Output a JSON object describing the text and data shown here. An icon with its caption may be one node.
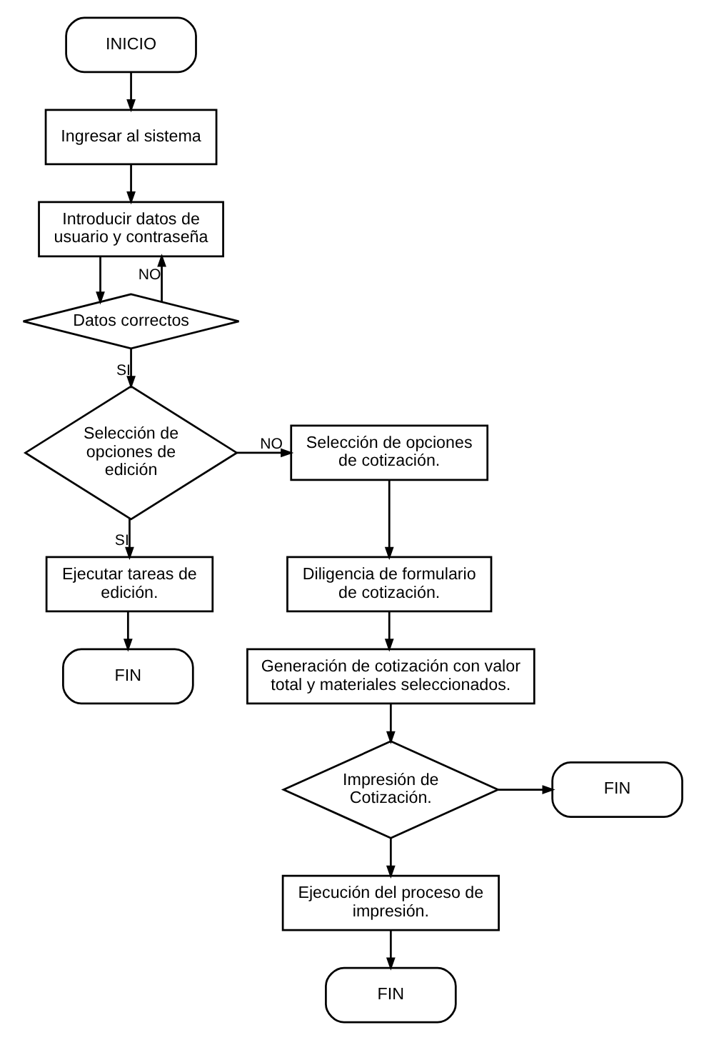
{
  "diagram": {
    "nodes": [
      {
        "text": [
          "INICIO"
        ]
      },
      {
        "text": [
          "Ingresar al sistema"
        ]
      },
      {
        "text": [
          "Introducir datos de usuario y contraseña"
        ]
      },
      {
        "text": [
          "Datos correctos"
        ]
      },
      {
        "text": [
          "Selección de opciones de edición"
        ]
      },
      {
        "text": [
          "Ejecutar tareas de edición."
        ]
      },
      {
        "text": [
          "FIN"
        ]
      },
      {
        "text": [
          "Selección de opciones de cotización."
        ]
      },
      {
        "text": [
          "Diligencia de formulario de cotización."
        ]
      },
      {
        "text": [
          "Generación de cotización con valor total y materiales seleccionados."
        ]
      },
      {
        "text": [
          "Impresión de Cotización."
        ]
      },
      {
        "text": [
          "FIN"
        ]
      },
      {
        "text": [
          "Ejecución del proceso de impresión."
        ]
      },
      {
        "text": [
          "FIN"
        ]
      }
    ],
    "edges": [
      {
        "from": 0,
        "to": 1,
        "arrow": "to"
      },
      {
        "from": 1,
        "to": 2,
        "arrow": "to"
      },
      {
        "from": 2,
        "to": 3,
        "arrow": "to"
      },
      {
        "from": 3,
        "to": 2,
        "arrow": "to",
        "label": "NO"
      },
      {
        "from": 3,
        "to": 4,
        "arrow": "to",
        "label": "SI"
      },
      {
        "from": 4,
        "to": 7,
        "arrow": "to",
        "label": "NO"
      },
      {
        "from": 4,
        "to": 5,
        "arrow": "to",
        "label": "SI"
      },
      {
        "from": 5,
        "to": 6,
        "arrow": "to"
      },
      {
        "from": 7,
        "to": 8,
        "arrow": "to"
      },
      {
        "from": 8,
        "to": 9,
        "arrow": "to"
      },
      {
        "from": 9,
        "to": 10,
        "arrow": "to"
      },
      {
        "from": 10,
        "to": 11,
        "arrow": "to"
      },
      {
        "from": 10,
        "to": 12,
        "arrow": "to"
      },
      {
        "from": 12,
        "to": 13,
        "arrow": "to"
      }
    ]
  }
}
